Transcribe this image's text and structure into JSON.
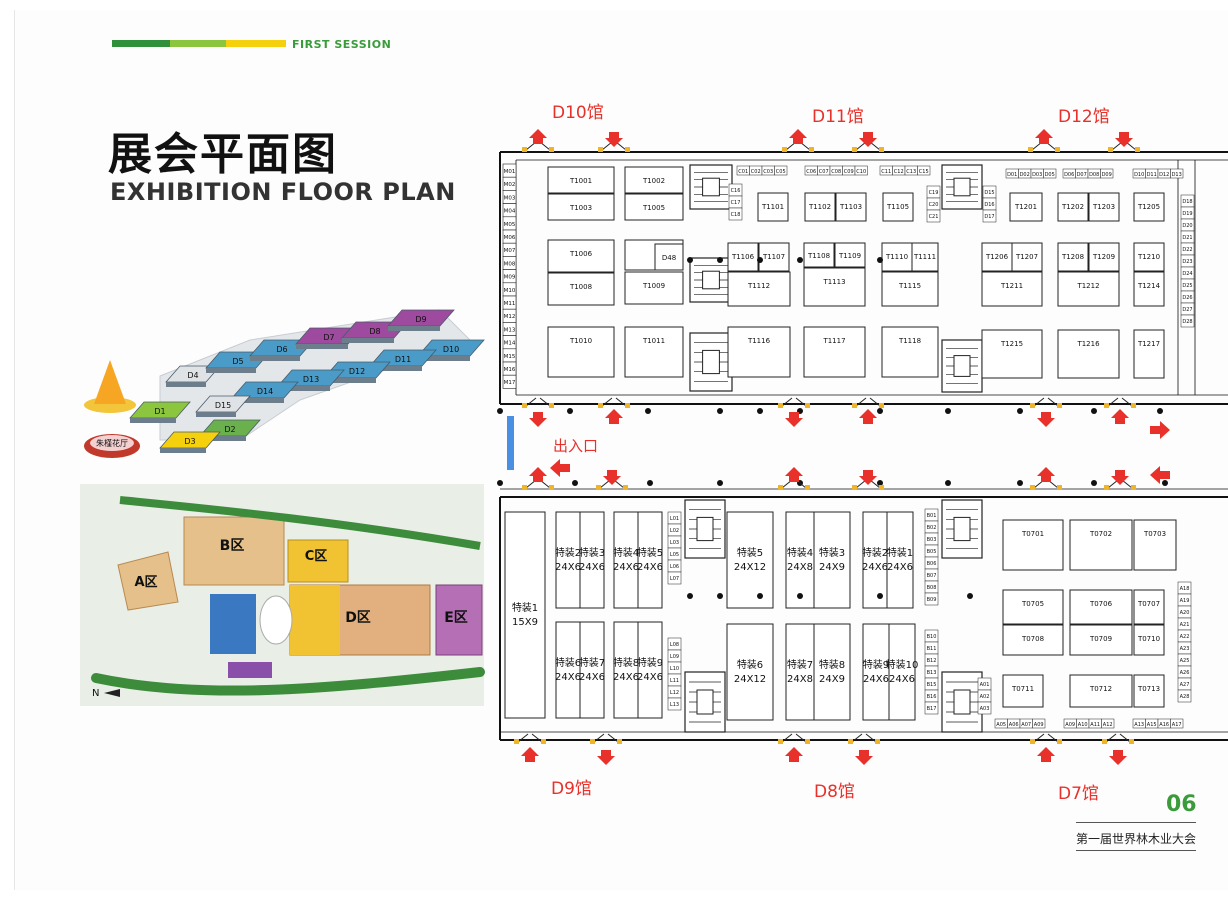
{
  "header": {
    "session": "FIRST SESSION",
    "title_cn": "展会平面图",
    "title_en": "EXHIBITION FLOOR PLAN",
    "bar_colors": [
      "#2f8f3a",
      "#8cc63f",
      "#f5d10d"
    ]
  },
  "halls": {
    "top": [
      "D10馆",
      "D11馆",
      "D12馆"
    ],
    "bottom": [
      "D9馆",
      "D8馆",
      "D7馆"
    ],
    "entrance": "出入口"
  },
  "footer": {
    "page_number": "06",
    "conference": "第一届世界林木业大会"
  },
  "overview": {
    "zones": [
      "D1",
      "D2",
      "D3",
      "D4",
      "D5",
      "D6",
      "D7",
      "D8",
      "D9",
      "D10",
      "D11",
      "D12",
      "D13",
      "D14",
      "D15"
    ],
    "flower_hall": "朱槿花厅"
  },
  "site_map": {
    "zones": [
      "B区",
      "C区",
      "D区",
      "E区",
      "A区"
    ],
    "north": "N"
  },
  "floor": {
    "m_labels": [
      "M01",
      "M02",
      "M03",
      "M04",
      "M05",
      "M06",
      "M07",
      "M08",
      "M09",
      "M10",
      "M11",
      "M12",
      "M13",
      "M14",
      "M15",
      "M16",
      "M17"
    ],
    "top_booths": [
      "T1001",
      "T1002",
      "T1003",
      "T1005",
      "T1006",
      "D48",
      "T1008",
      "T1009",
      "T1010",
      "T1011",
      "T1101",
      "T1102",
      "T1103",
      "T1105",
      "T1106",
      "T1107",
      "T1108",
      "T1109",
      "T1110",
      "T1111",
      "T1112",
      "T1113",
      "T1115",
      "T1116",
      "T1117",
      "T1118",
      "T1201",
      "T1202",
      "T1203",
      "T1205",
      "T1206",
      "T1207",
      "T1208",
      "T1209",
      "T1210",
      "T1211",
      "T1212",
      "T1214",
      "T1215",
      "T1216",
      "T1217"
    ],
    "bottom_special": [
      "特装1 15X9",
      "特装2 24X6",
      "特装3 24X6",
      "特装4 24X6",
      "特装5 24X6",
      "特装5 24X12",
      "特装4 24X8",
      "特装3 24X9",
      "特装2 24X6",
      "特装1 24X6",
      "特装6 24X6",
      "特装7 24X6",
      "特装8 24X6",
      "特装9 24X6",
      "特装6 24X12",
      "特装7 24X8",
      "特装8 24X9",
      "特装9 24X6",
      "特装10 24X6"
    ],
    "bottom_booths": [
      "T0701",
      "T0702",
      "T0703",
      "T0705",
      "T0706",
      "T0707",
      "T0708",
      "T0709",
      "T0710",
      "T0711",
      "T0712",
      "T0713"
    ]
  }
}
